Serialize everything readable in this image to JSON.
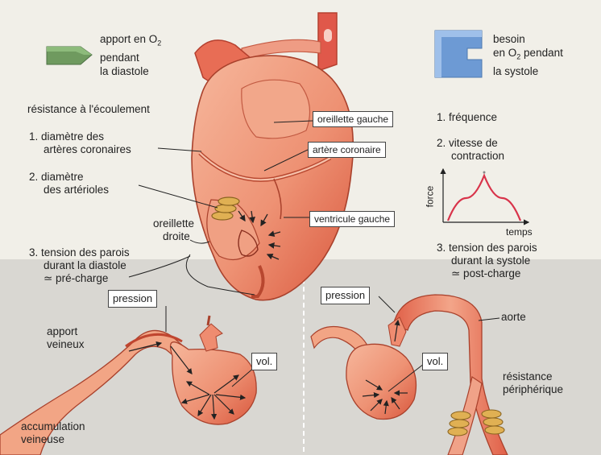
{
  "legend": {
    "supply_line1": "apport en O",
    "supply_sub": "2",
    "supply_line2": "pendant",
    "supply_line3": "la diastole",
    "demand_line1": "besoin",
    "demand_line2": "en O",
    "demand_sub": "2",
    "demand_line2b": " pendant",
    "demand_line3": "la systole",
    "supply_color": "#6f9a5f",
    "demand_color": "#6d9ad4"
  },
  "left_factors": {
    "heading": "résistance à l'écoulement",
    "f1_line1": "1. diamètre des",
    "f1_line2": "artères coronaires",
    "f2_line1": "2. diamètre",
    "f2_line2": "des artérioles",
    "f3_line1": "3. tension des parois",
    "f3_line2": "durant la diastole",
    "f3_line3": "≃ pré-charge"
  },
  "right_factors": {
    "f1": "1. fréquence",
    "f2_line1": "2. vitesse de",
    "f2_line2": "contraction",
    "f3_line1": "3. tension des parois",
    "f3_line2": "durant la systole",
    "f3_line3": "≃ post-charge"
  },
  "heart_labels": {
    "left_atrium": "oreillette gauche",
    "coronary_artery": "artère coronaire",
    "left_ventricle": "ventricule gauche",
    "right_atrium_line1": "oreillette",
    "right_atrium_line2": "droite"
  },
  "mini_chart": {
    "ylabel": "force",
    "xlabel": "temps"
  },
  "chart_data": {
    "type": "line",
    "title": "",
    "xlabel": "temps",
    "ylabel": "force",
    "x": [
      0,
      1,
      2,
      3,
      4
    ],
    "series": [
      {
        "values": [
          0,
          0.5,
          1,
          0.5,
          0
        ]
      }
    ],
    "grid": false,
    "color": "#d8334a"
  },
  "bottom_left": {
    "pressure": "pression",
    "venous_return_line1": "apport",
    "venous_return_line2": "veineux",
    "volume": "vol.",
    "accumulation_line1": "accumulation",
    "accumulation_line2": "veineuse"
  },
  "bottom_right": {
    "pressure": "pression",
    "aorta": "aorte",
    "volume": "vol.",
    "resistance_line1": "résistance",
    "resistance_line2": "périphérique"
  },
  "colors": {
    "heart_fill": "#ee9274",
    "heart_dark": "#d9573d",
    "vessel_fill": "#ef8a72",
    "coil_fill": "#e0b053",
    "panel_grey": "#d9d7d2"
  }
}
